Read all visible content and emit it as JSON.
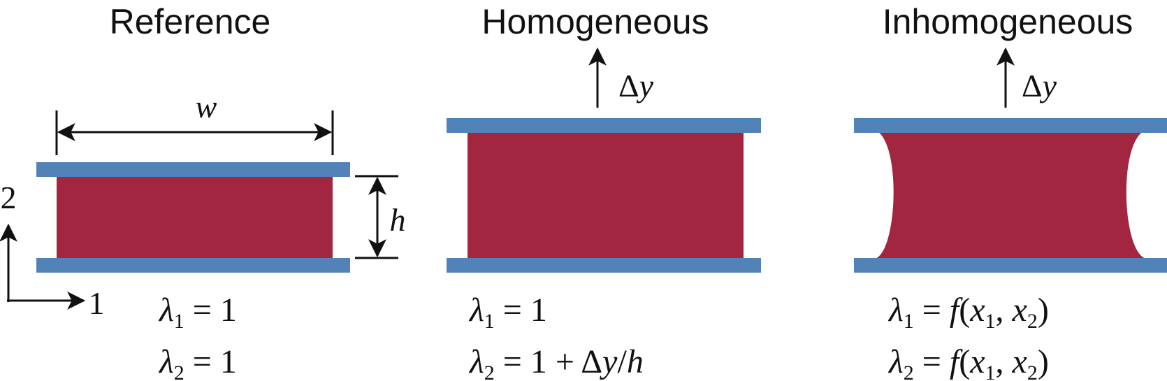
{
  "panels": {
    "reference": {
      "title": "Reference",
      "width_label": "w",
      "height_label": "h",
      "axis_x_label": "1",
      "axis_y_label": "2",
      "eq1": {
        "sym": "λ",
        "sub": "1",
        "rhs": " = 1"
      },
      "eq2": {
        "sym": "λ",
        "sub": "2",
        "rhs": " = 1"
      }
    },
    "homogeneous": {
      "title": "Homogeneous",
      "displacement": {
        "delta": "Δ",
        "var": "y"
      },
      "eq1": {
        "sym": "λ",
        "sub": "1",
        "rhs": " = 1"
      },
      "eq2": {
        "sym": "λ",
        "sub": "2",
        "rhs_a": " = 1 + Δ",
        "rhs_b": "y",
        "rhs_c": "/",
        "rhs_d": "h"
      }
    },
    "inhomogeneous": {
      "title": "Inhomogeneous",
      "displacement": {
        "delta": "Δ",
        "var": "y"
      },
      "eq1": {
        "sym": "λ",
        "sub": "1",
        "eq": " = ",
        "f": "f",
        "open": "(",
        "x1": "x",
        "x1sub": "1",
        "comma": ", ",
        "x2": "x",
        "x2sub": "2",
        "close": ")"
      },
      "eq2": {
        "sym": "λ",
        "sub": "2",
        "eq": " = ",
        "f": "f",
        "open": "(",
        "x1": "x",
        "x1sub": "1",
        "comma": ", ",
        "x2": "x",
        "x2sub": "2",
        "close": ")"
      }
    }
  },
  "colors": {
    "plate": "#5182b8",
    "material": "#a32640",
    "line": "#111111"
  }
}
